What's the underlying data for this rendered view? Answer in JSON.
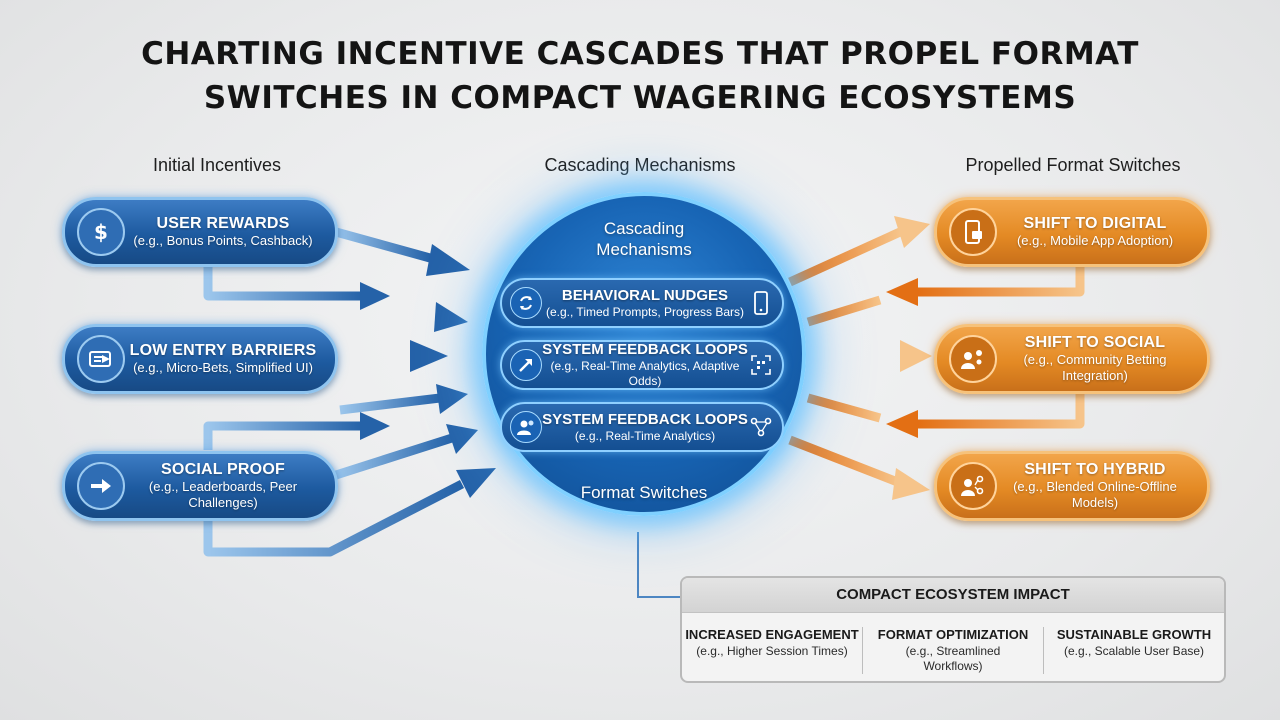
{
  "title": "CHARTING INCENTIVE CASCADES THAT PROPEL FORMAT SWITCHES IN COMPACT WAGERING ECOSYSTEMS",
  "columns": {
    "left": "Initial Incentives",
    "center": "Cascading Mechanisms",
    "right": "Propelled Format Switches"
  },
  "incentives": [
    {
      "title": "USER REWARDS",
      "subtitle": "(e.g., Bonus Points, Cashback)",
      "icon": "dollar-icon"
    },
    {
      "title": "LOW ENTRY BARRIERS",
      "subtitle": "(e.g., Micro-Bets, Simplified UI)",
      "icon": "ticket-icon"
    },
    {
      "title": "SOCIAL PROOF",
      "subtitle": "(e.g., Leaderboards, Peer Challenges)",
      "icon": "arrow-right-icon"
    }
  ],
  "hub": {
    "title": "Cascading Mechanisms",
    "footer": "Format Switches",
    "mechanisms": [
      {
        "title": "BEHAVIORAL NUDGES",
        "subtitle": "(e.g., Timed Prompts, Progress Bars)",
        "icon": "refresh-icon",
        "side_icon": "phone-icon"
      },
      {
        "title": "SYSTEM FEEDBACK LOOPS",
        "subtitle": "(e.g., Real-Time Analytics, Adaptive Odds)",
        "icon": "trend-arrow-icon",
        "side_icon": "qr-scan-icon"
      },
      {
        "title": "SYSTEM FEEDBACK LOOPS",
        "subtitle": "(e.g., Real-Time Analytics)",
        "icon": "users-icon",
        "side_icon": "network-icon"
      }
    ]
  },
  "switches": [
    {
      "title": "SHIFT TO DIGITAL",
      "subtitle": "(e.g., Mobile App Adoption)",
      "icon": "mobile-icon"
    },
    {
      "title": "SHIFT TO SOCIAL",
      "subtitle": "(e.g., Community Betting Integration)",
      "icon": "community-icon"
    },
    {
      "title": "SHIFT TO HYBRID",
      "subtitle": "(e.g., Blended Online-Offline Models)",
      "icon": "hybrid-icon"
    }
  ],
  "impact": {
    "title": "COMPACT ECOSYSTEM IMPACT",
    "items": [
      {
        "title": "INCREASED ENGAGEMENT",
        "subtitle": "(e.g., Higher Session Times)"
      },
      {
        "title": "FORMAT OPTIMIZATION",
        "subtitle": "(e.g., Streamlined Workflows)"
      },
      {
        "title": "SUSTAINABLE GROWTH",
        "subtitle": "(e.g., Scalable User Base)"
      }
    ]
  },
  "colors": {
    "blue": "#1d5a9f",
    "blue_glow": "#7fd0ff",
    "orange": "#e48a24",
    "arrow_blue": "#2c6cb0",
    "arrow_orange": "#ee8a2a"
  }
}
